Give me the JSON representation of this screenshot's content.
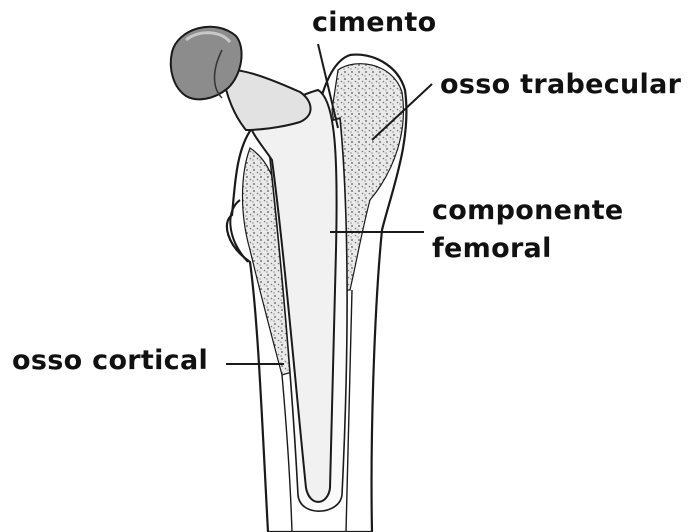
{
  "labels": {
    "cement": "cimento",
    "trabecular_bone": "osso trabecular",
    "femoral_component_line1": "componente",
    "femoral_component_line2": "femoral",
    "cortical_bone": "osso cortical"
  },
  "colors": {
    "outline": "#1a1a1a",
    "bone_fill": "#ffffff",
    "stem_fill": "#f1f1f1",
    "head_fill": "#8c8c8c",
    "cancellous_dots": "#555555",
    "text": "#111111"
  }
}
